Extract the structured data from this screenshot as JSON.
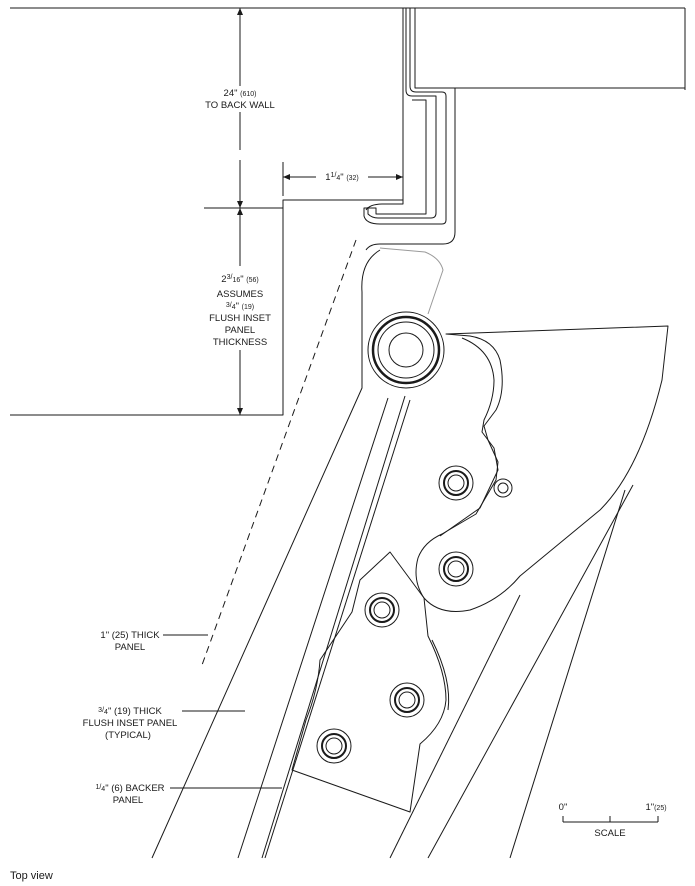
{
  "dimensions": {
    "back_wall": {
      "value": "24\"",
      "metric": "(610)",
      "note": "TO BACK WALL"
    },
    "reveal": {
      "whole": "1",
      "num": "1",
      "den": "4",
      "unit": "\"",
      "metric": "(32)"
    },
    "depth": {
      "whole": "2",
      "num": "3",
      "den": "16",
      "unit": "\"",
      "metric": "(56)",
      "notes": [
        "ASSUMES"
      ],
      "thickness_num": "3",
      "thickness_den": "4",
      "thickness_unit": "\"",
      "thickness_metric": "(19)",
      "notes_after": [
        "FLUSH INSET",
        "PANEL",
        "THICKNESS"
      ]
    }
  },
  "callouts": {
    "thick_panel": {
      "line1": "1\" (25) THICK",
      "line2": "PANEL"
    },
    "flush_inset": {
      "num": "3",
      "den": "4",
      "rest": "\" (19) THICK",
      "line2": "FLUSH INSET PANEL",
      "line3": "(TYPICAL)"
    },
    "backer": {
      "num": "1",
      "den": "4",
      "rest": "\" (6) BACKER",
      "line2": "PANEL"
    }
  },
  "scale": {
    "start": "0\"",
    "end": "1\"",
    "end_metric": "(25)",
    "label": "SCALE"
  },
  "caption": "Top view"
}
